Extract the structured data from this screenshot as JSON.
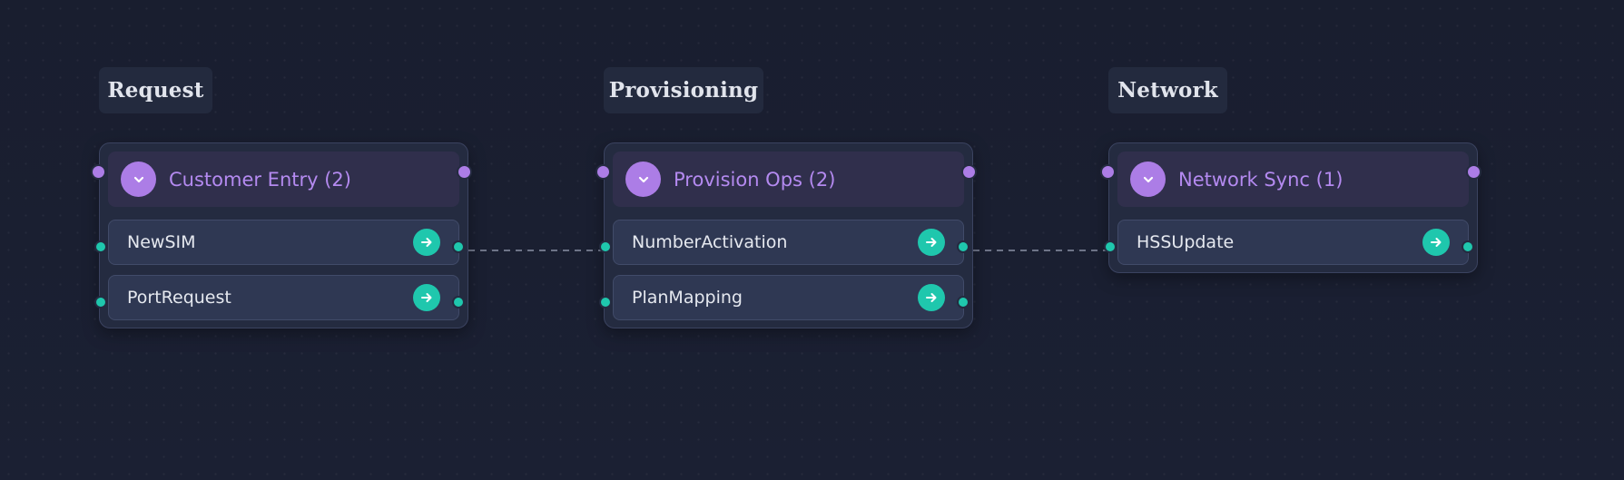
{
  "stages": [
    {
      "label": "Request",
      "node": {
        "title": "Customer Entry (2)",
        "items": [
          {
            "label": "NewSIM"
          },
          {
            "label": "PortRequest"
          }
        ]
      }
    },
    {
      "label": "Provisioning",
      "node": {
        "title": "Provision Ops (2)",
        "items": [
          {
            "label": "NumberActivation"
          },
          {
            "label": "PlanMapping"
          }
        ]
      }
    },
    {
      "label": "Network",
      "node": {
        "title": "Network Sync (1)",
        "items": [
          {
            "label": "HSSUpdate"
          }
        ]
      }
    }
  ],
  "edges": [
    {
      "from": "NewSIM",
      "to": "NumberActivation"
    },
    {
      "from": "NumberActivation",
      "to": "HSSUpdate"
    }
  ],
  "icons": {
    "collapse": "chevron-down-icon",
    "open": "arrow-right-icon"
  },
  "colors": {
    "accent_purple": "#ac7de6",
    "accent_teal": "#1fc7ad",
    "edge": "#6e7488"
  }
}
